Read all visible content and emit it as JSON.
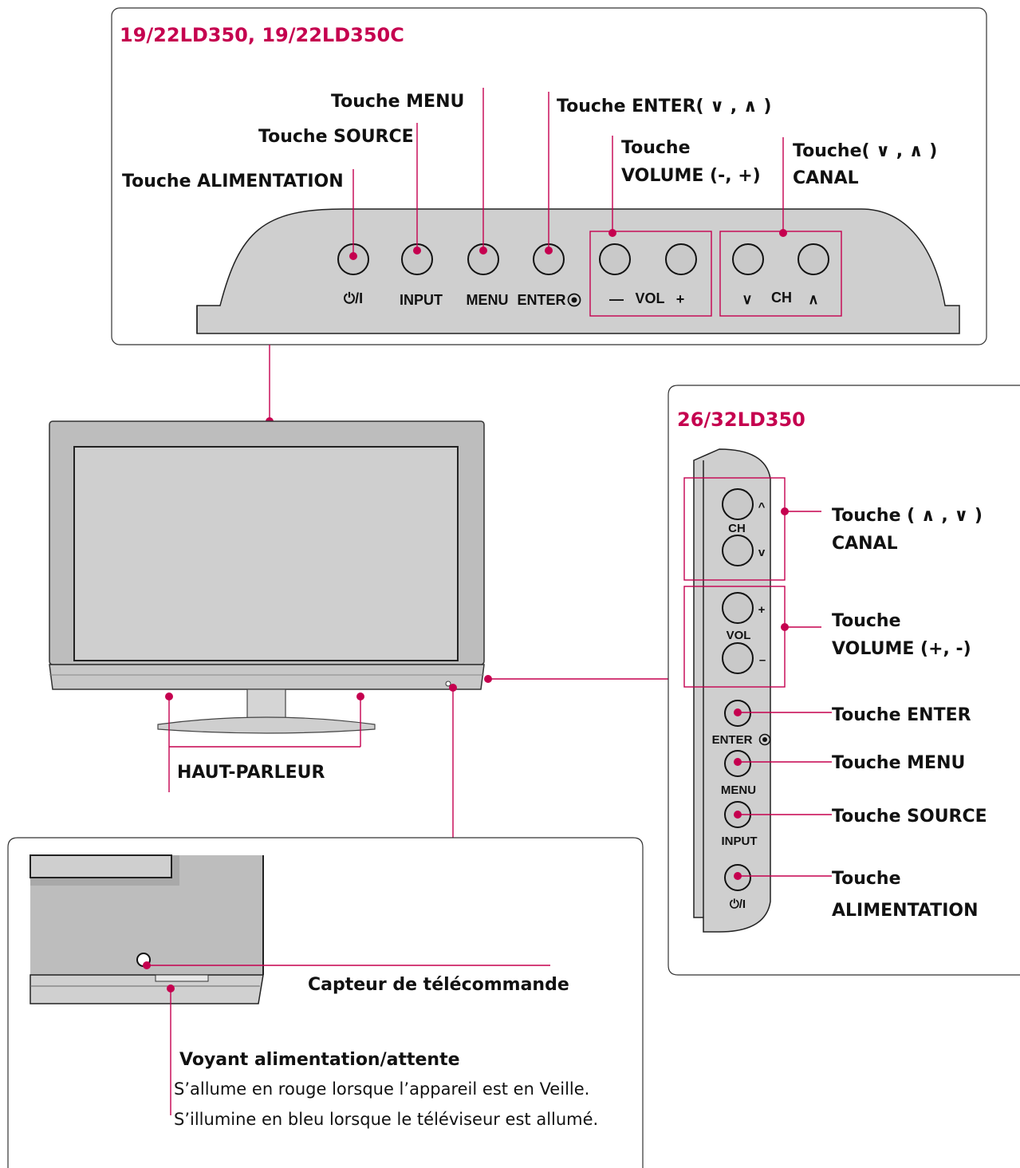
{
  "top_panel": {
    "title": "19/22LD350, 19/22LD350C",
    "labels": {
      "power": "Touche  ALIMENTATION",
      "source": "Touche SOURCE",
      "menu": "Touche MENU",
      "enter": "Touche ENTER( ∨ , ∧ )",
      "volume_1": "Touche",
      "volume_2": "VOLUME (-, +)",
      "channel_1": "Touche( ∨ , ∧ )",
      "channel_2": "CANAL"
    },
    "buttons": {
      "power": "⏻/I",
      "input": "INPUT",
      "menu": "MENU",
      "enter": "ENTER",
      "vol_minus": "—",
      "vol": "VOL",
      "vol_plus": "+",
      "ch_down": "∨",
      "ch": "CH",
      "ch_up": "∧"
    }
  },
  "tv": {
    "speaker_label": "HAUT-PARLEUR"
  },
  "side_panel": {
    "title": "26/32LD350",
    "labels": {
      "channel_1": "Touche ( ∧ , ∨ )",
      "channel_2": "CANAL",
      "volume_1": "Touche",
      "volume_2": "VOLUME (+, -)",
      "enter": "Touche ENTER",
      "menu": "Touche MENU",
      "source": "Touche SOURCE",
      "power_1": "Touche",
      "power_2": "ALIMENTATION"
    },
    "buttons": {
      "ch": "CH",
      "ch_up": "^",
      "ch_down": "v",
      "vol": "VOL",
      "vol_plus": "+",
      "vol_minus": "–",
      "enter": "ENTER",
      "menu": "MENU",
      "input": "INPUT",
      "power": "⏻/I"
    }
  },
  "bottom_panel": {
    "sensor_label": "Capteur de télécommande",
    "indicator_title": "Voyant alimentation/attente",
    "indicator_line_1": "S’allume en rouge lorsque l’appareil est en Veille.",
    "indicator_line_2": "S’illumine en bleu lorsque le téléviseur est allumé."
  },
  "colors": {
    "accent": "#c5004f",
    "panel_gray": "#cfcfcf"
  }
}
